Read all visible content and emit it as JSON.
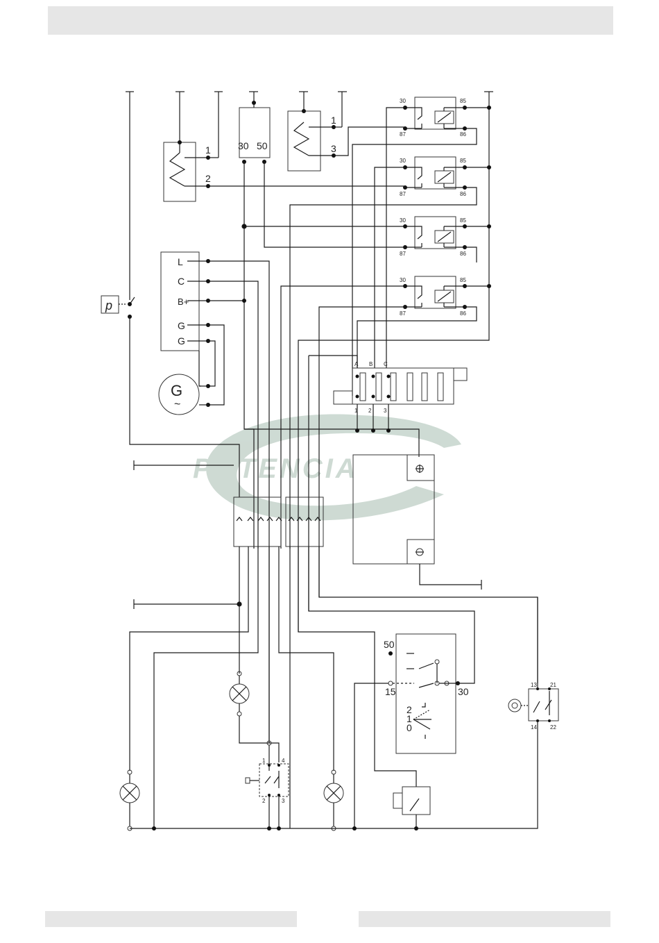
{
  "watermark": {
    "text": "POTENCIA",
    "color": "#c9d7cf"
  },
  "heaters": {
    "left": {
      "terminal_1": "1",
      "terminal_2": "2"
    },
    "right": {
      "terminal_1": "1",
      "terminal_3": "3"
    }
  },
  "starter_relay": {
    "terminal_30": "30",
    "terminal_50": "50"
  },
  "relays": {
    "pin_30": "30",
    "pin_87": "87",
    "pin_85": "85",
    "pin_86": "86"
  },
  "alternator": {
    "terminals": [
      "L",
      "C",
      "B+",
      "G",
      "G"
    ],
    "generator_symbol": "G",
    "ac_symbol": "~"
  },
  "pressure_switch": {
    "symbol": "p"
  },
  "fuse_box": {
    "top_labels": [
      "A",
      "B",
      "C"
    ],
    "bottom_labels": [
      "1",
      "2",
      "3"
    ]
  },
  "ignition_switch": {
    "terminal_50": "50",
    "terminal_15": "15",
    "terminal_30": "30",
    "positions": [
      "2",
      "1",
      "0"
    ]
  },
  "limit_switch": {
    "pins": [
      "13",
      "21",
      "14",
      "22"
    ]
  },
  "pull_switch": {
    "pins": [
      "1",
      "4",
      "2",
      "3"
    ]
  },
  "colors": {
    "wire": "#1a1a1a",
    "bar": "#e6e6e6"
  }
}
